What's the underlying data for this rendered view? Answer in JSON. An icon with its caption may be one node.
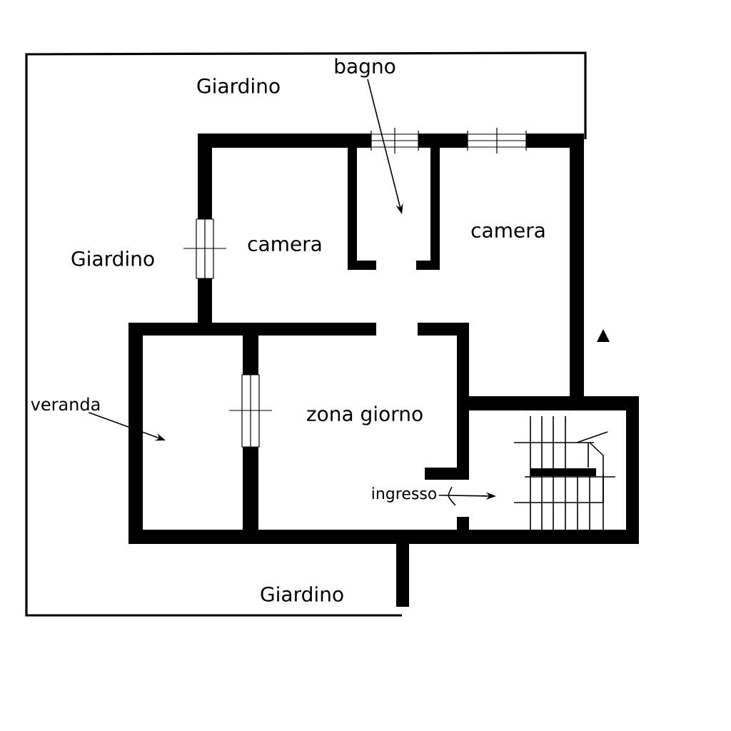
{
  "diagram": {
    "nodes": [
      {
        "text": [
          "bagno"
        ]
      },
      {
        "text": [
          "veranda"
        ]
      },
      {
        "text": [
          "ingresso"
        ]
      }
    ],
    "edges": [
      {
        "from": 0,
        "to": null,
        "arrow": "to"
      },
      {
        "from": 1,
        "to": null,
        "arrow": "to"
      },
      {
        "from": 2,
        "to": null,
        "arrow": "to"
      }
    ],
    "labels": [
      "Giardino",
      "Giardino",
      "camera",
      "camera",
      "zona giorno",
      "Giardino"
    ]
  }
}
